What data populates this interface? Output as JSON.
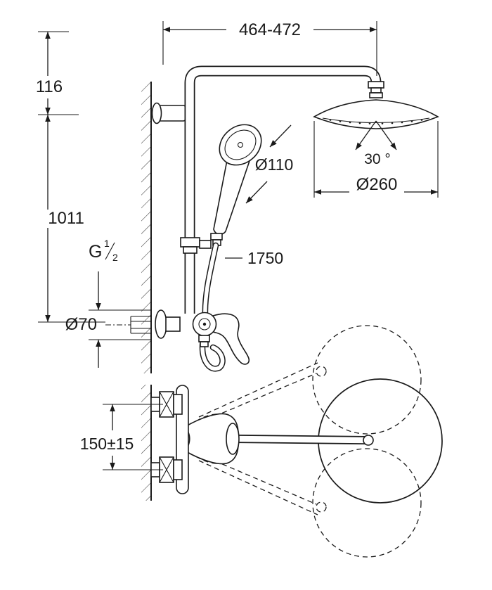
{
  "dims": {
    "top_width": "464-472",
    "wall_offset": "116",
    "rail_height": "1011",
    "thread_g": "G",
    "thread_num": "1",
    "thread_den": "2",
    "supply_dia": "Ø70",
    "handshower_dia": "Ø110",
    "tilt_angle": "30 °",
    "headshower_dia": "Ø260",
    "hose_length": "1750",
    "spout_spacing": "150±15"
  },
  "colors": {
    "ink": "#1a1a1a",
    "background": "#ffffff"
  }
}
